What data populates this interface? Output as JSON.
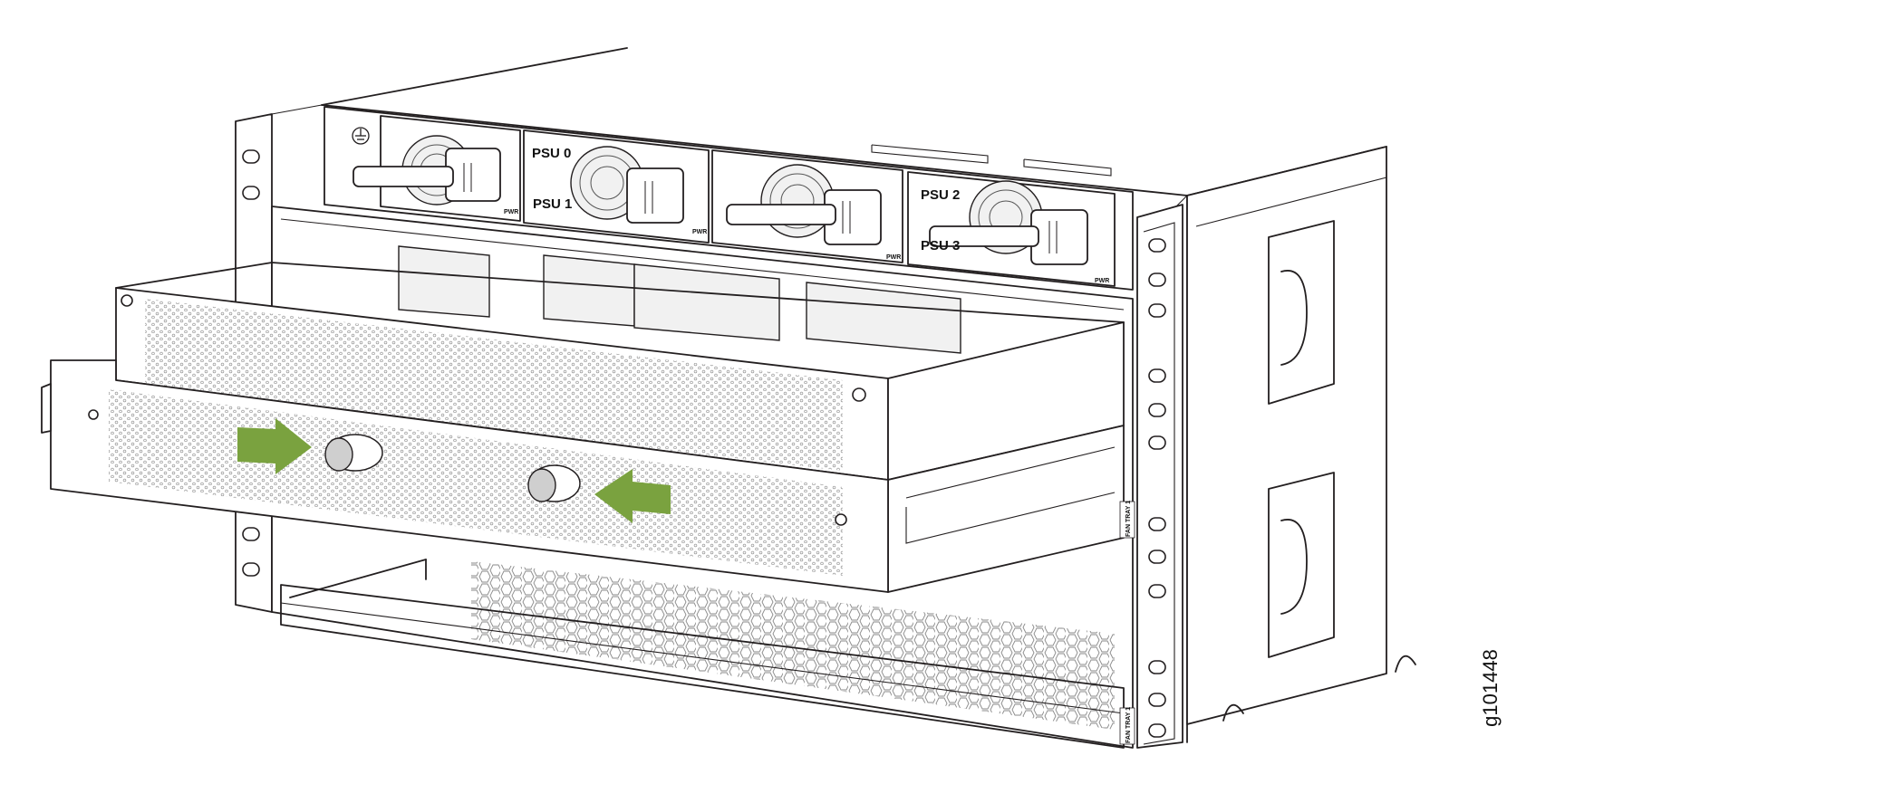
{
  "figure": {
    "psu_labels": [
      "PSU 0",
      "PSU 1",
      "PSU 2",
      "PSU 3"
    ],
    "pwr_label": "PWR",
    "fan_tray_label": "FAN TRAY 1",
    "figure_id": "g101448",
    "colors": {
      "arrow": "#7aa23f",
      "line": "#231f20",
      "background": "#ffffff"
    },
    "icons": [
      "ground-symbol-icon",
      "right-arrow-icon",
      "left-arrow-icon",
      "captive-screw-icon",
      "fan-grille-icon"
    ]
  }
}
